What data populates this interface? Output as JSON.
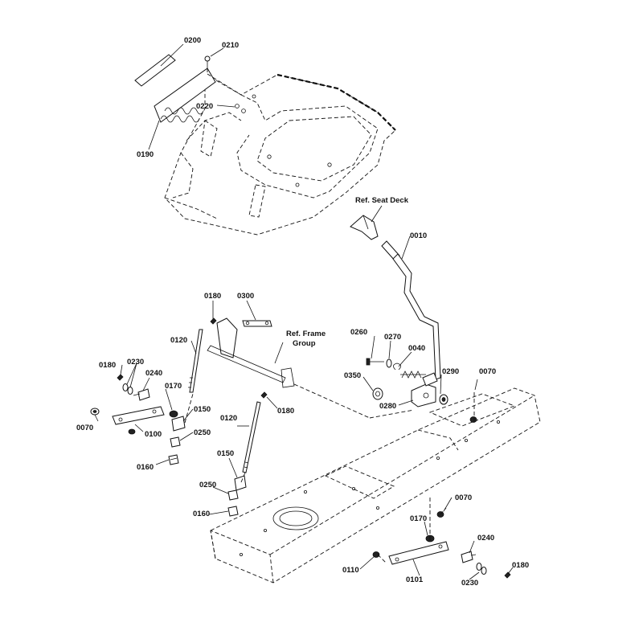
{
  "labels": {
    "p0200": "0200",
    "p0210": "0210",
    "p0220": "0220",
    "p0190": "0190",
    "p0010": "0010",
    "p0180a": "0180",
    "p0300": "0300",
    "p0120a": "0120",
    "p0180b": "0180",
    "p0230a": "0230",
    "p0240a": "0240",
    "p0170a": "0170",
    "p0070a": "0070",
    "p0100": "0100",
    "p0150a": "0150",
    "p0250a": "0250",
    "p0160a": "0160",
    "p0260": "0260",
    "p0270": "0270",
    "p0040": "0040",
    "p0350": "0350",
    "p0290": "0290",
    "p0070b": "0070",
    "p0280": "0280",
    "p0180c": "0180",
    "p0120b": "0120",
    "p0150b": "0150",
    "p0250b": "0250",
    "p0160b": "0160",
    "p0070c": "0070",
    "p0170b": "0170",
    "p0240b": "0240",
    "p0110": "0110",
    "p0101": "0101",
    "p0230b": "0230",
    "p0180d": "0180"
  },
  "refs": {
    "seat_deck": "Ref. Seat Deck",
    "frame_group_line1": "Ref. Frame",
    "frame_group_line2": "Group"
  },
  "colors": {
    "ink": "#111111",
    "background": "#ffffff"
  }
}
